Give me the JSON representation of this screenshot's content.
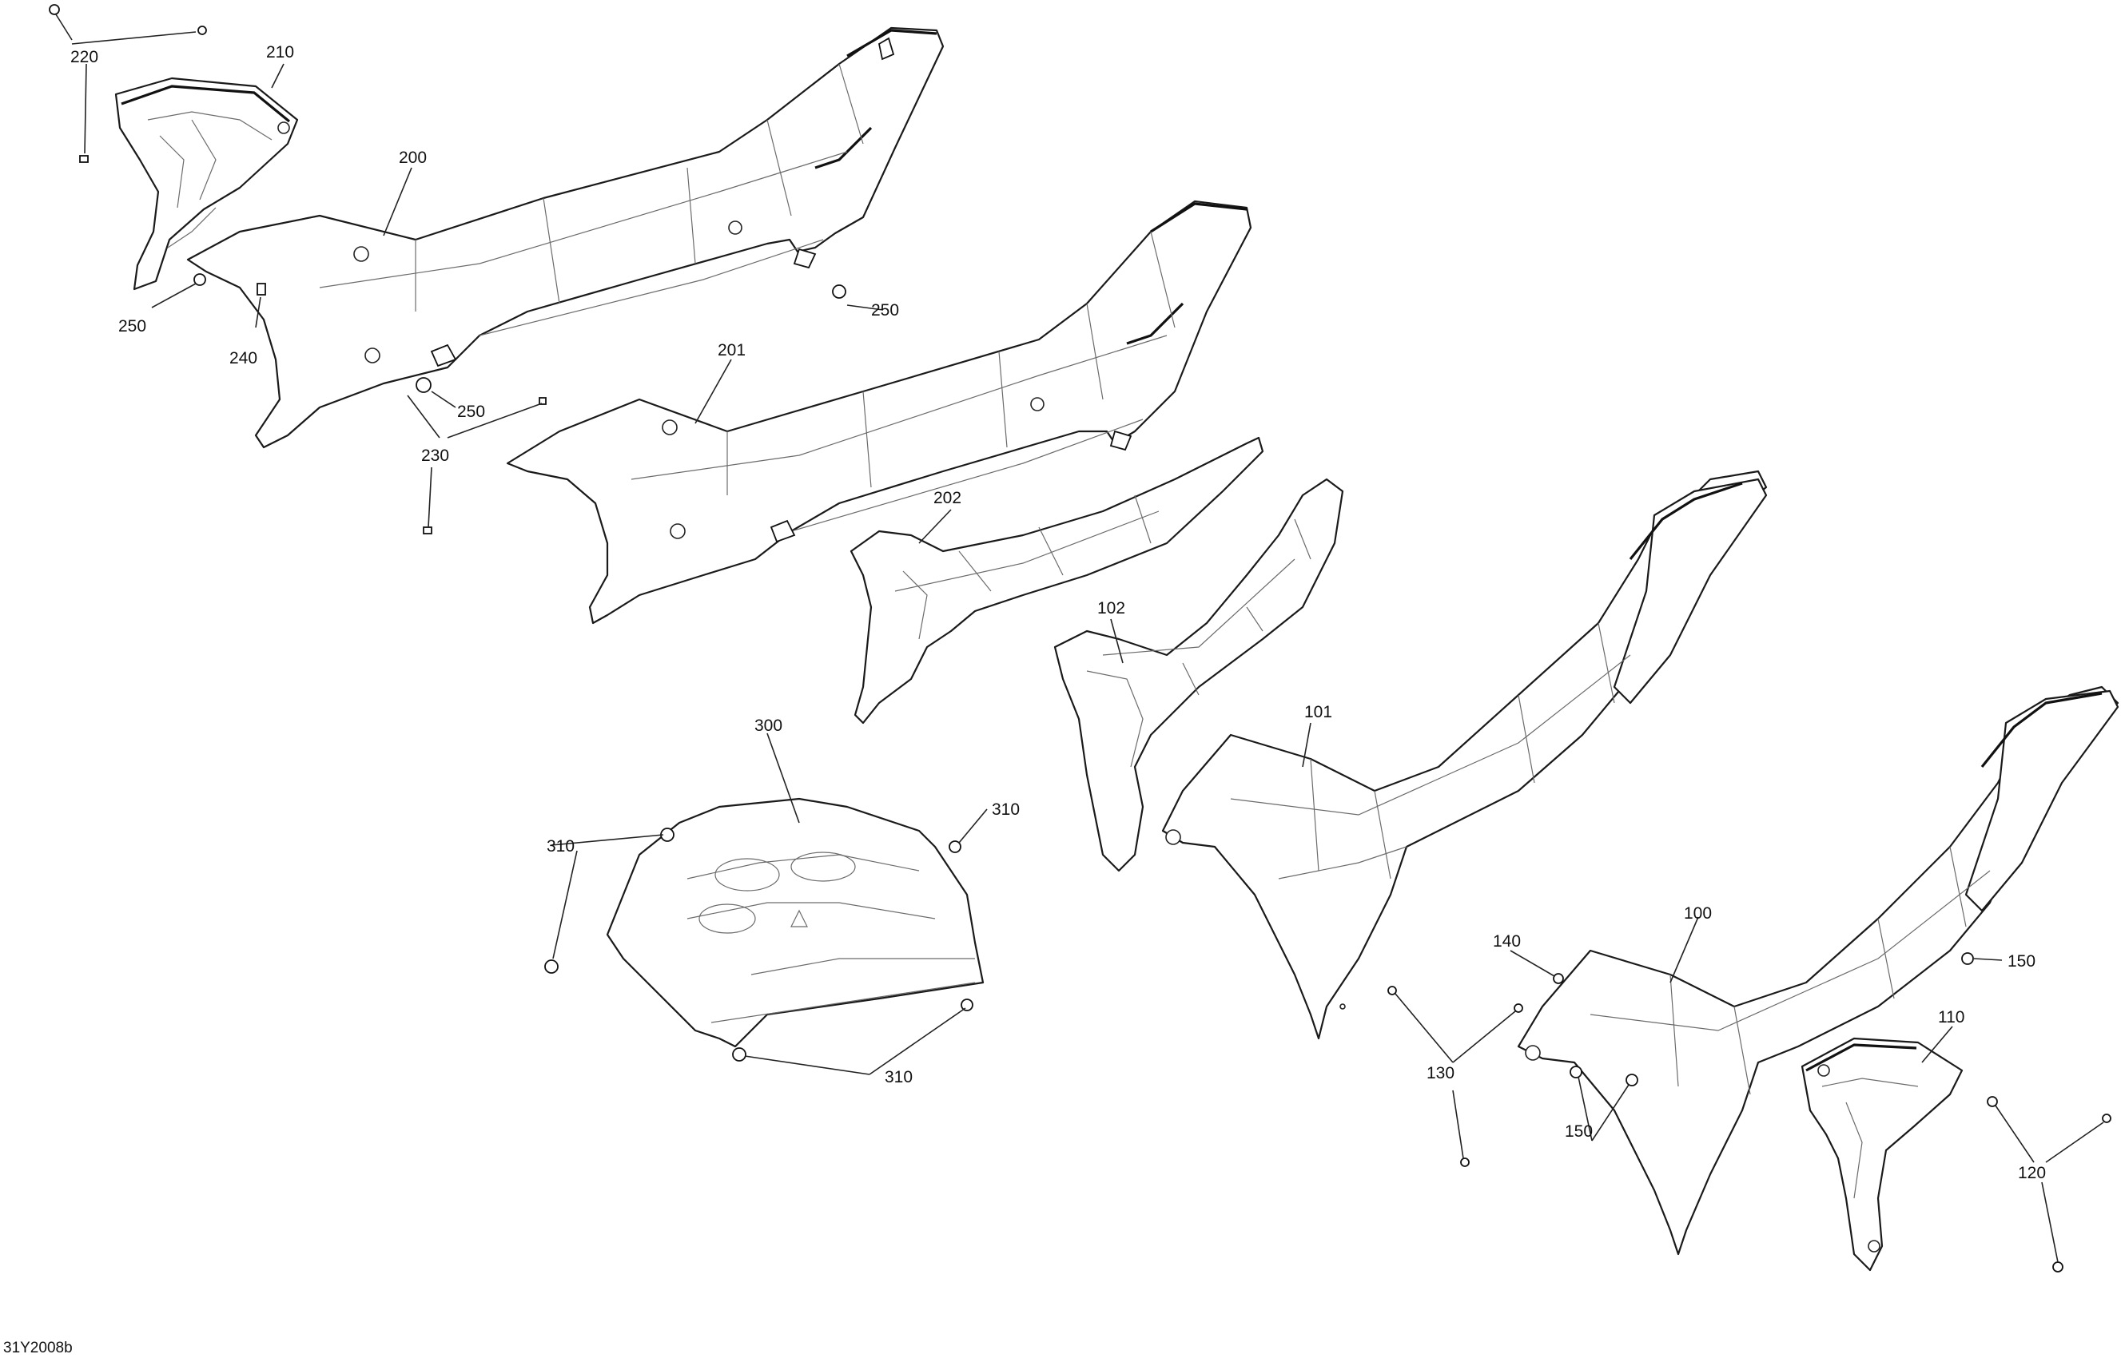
{
  "diagram": {
    "reference_code": "31Y2008b",
    "callouts": [
      {
        "id": "c220",
        "label": "220"
      },
      {
        "id": "c210",
        "label": "210"
      },
      {
        "id": "c200",
        "label": "200"
      },
      {
        "id": "c250a",
        "label": "250"
      },
      {
        "id": "c250b",
        "label": "250"
      },
      {
        "id": "c250c",
        "label": "250"
      },
      {
        "id": "c240",
        "label": "240"
      },
      {
        "id": "c230",
        "label": "230"
      },
      {
        "id": "c201",
        "label": "201"
      },
      {
        "id": "c202",
        "label": "202"
      },
      {
        "id": "c102",
        "label": "102"
      },
      {
        "id": "c101",
        "label": "101"
      },
      {
        "id": "c300",
        "label": "300"
      },
      {
        "id": "c310a",
        "label": "310"
      },
      {
        "id": "c310b",
        "label": "310"
      },
      {
        "id": "c310c",
        "label": "310"
      },
      {
        "id": "c140",
        "label": "140"
      },
      {
        "id": "c100",
        "label": "100"
      },
      {
        "id": "c150a",
        "label": "150"
      },
      {
        "id": "c150b",
        "label": "150"
      },
      {
        "id": "c110",
        "label": "110"
      },
      {
        "id": "c130",
        "label": "130"
      },
      {
        "id": "c120",
        "label": "120"
      }
    ]
  }
}
